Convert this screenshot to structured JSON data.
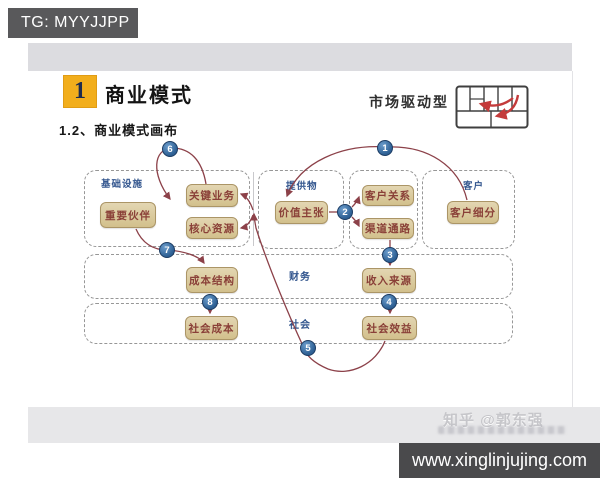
{
  "telegram_badge": {
    "label": "TG: MYYJJPP"
  },
  "slide": {
    "section_number": "1",
    "section_title": "商业模式",
    "subtitle": "1.2、商业模式画布",
    "model_type": {
      "label": "市场驱动型"
    },
    "canvas": {
      "group_labels": {
        "infrastructure": "基础设施",
        "offering": "提供物",
        "customer": "客户",
        "finance": "财务",
        "society": "社会"
      },
      "nodes": {
        "key_partners": "重要伙伴",
        "key_activities": "关键业务",
        "core_resources": "核心资源",
        "value_proposition": "价值主张",
        "customer_relationships": "客户关系",
        "channels": "渠道通路",
        "customer_segments": "客户细分",
        "cost_structure": "成本结构",
        "revenue_streams": "收入来源",
        "social_cost": "社会成本",
        "social_benefit": "社会效益"
      },
      "flow_steps": [
        "1",
        "2",
        "3",
        "4",
        "5",
        "6",
        "7",
        "8"
      ]
    }
  },
  "watermark": {
    "credit": "知乎 @郭东强"
  },
  "footer": {
    "website": "www.xinglinjujing.com"
  },
  "colors": {
    "accent_yellow": "#f2ae1c",
    "node_fill": "#d9c89e",
    "node_border": "#ab9566",
    "node_text": "#8a4038",
    "group_label_text": "#33568e",
    "step_circle_blue": "#2d5f93",
    "arrow_maroon": "#8c4149",
    "footer_bar": "#4a4a4c",
    "badge_bar": "#59595b"
  }
}
